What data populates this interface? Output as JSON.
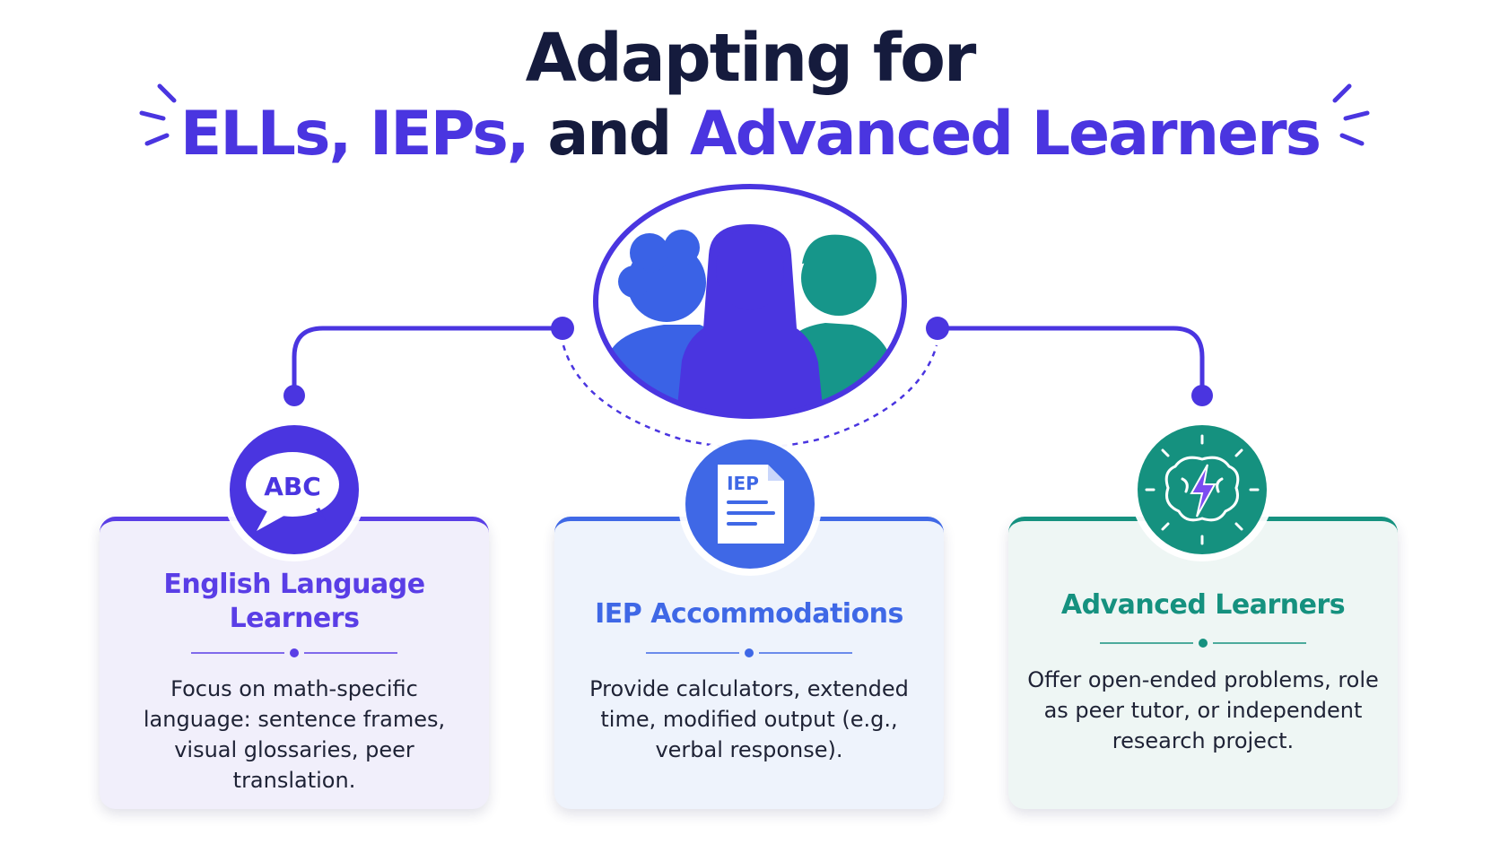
{
  "title": {
    "line1": "Adapting for",
    "line2_part1": "ELLs, IEPs,",
    "line2_part2": " and ",
    "line2_part3": "Advanced Learners"
  },
  "center": {
    "icon": "students-group-icon"
  },
  "cards": {
    "ell": {
      "icon": "abc-speech-bubble-icon",
      "icon_text": "ABC",
      "title_line1": "English Language",
      "title_line2": "Learners",
      "body": "Focus on math-specific language: sentence frames, visual glossaries, peer translation.",
      "color": "#5a3ee6"
    },
    "iep": {
      "icon": "iep-document-icon",
      "icon_text": "IEP",
      "title": "IEP Accommodations",
      "body": "Provide calculators, extended time, modified output (e.g., verbal response).",
      "color": "#3f68e6"
    },
    "adv": {
      "icon": "brain-lightning-icon",
      "title": "Advanced Learners",
      "body": "Offer open-ended problems, role as peer tutor, or independent research project.",
      "color": "#15917f"
    }
  },
  "colors": {
    "dark": "#151b3d",
    "accent": "#4a35e0",
    "teal": "#15917f",
    "blue": "#3f68e6"
  }
}
